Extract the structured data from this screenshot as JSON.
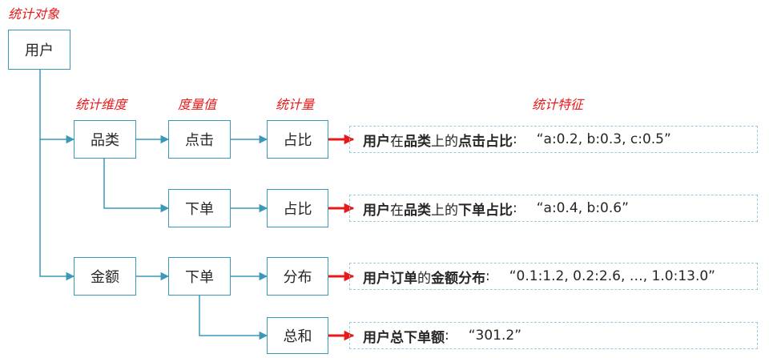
{
  "labels": {
    "object": "统计对象",
    "dimension": "统计维度",
    "measure": "度量值",
    "statistic": "统计量",
    "feature": "统计特征"
  },
  "nodes": {
    "user": "用户",
    "category": "品类",
    "amount": "金额",
    "click": "点击",
    "order_1": "下单",
    "order_2": "下单",
    "ratio_1": "占比",
    "ratio_2": "占比",
    "distribution": "分布",
    "sum": "总和"
  },
  "features": [
    {
      "parts": [
        {
          "text": "用户",
          "bold": true
        },
        {
          "text": "在",
          "bold": false
        },
        {
          "text": "品类",
          "bold": true
        },
        {
          "text": "上的",
          "bold": false
        },
        {
          "text": "点击占比",
          "bold": true
        },
        {
          "text": ":",
          "bold": false
        }
      ],
      "value": "“a:0.2, b:0.3, c:0.5”"
    },
    {
      "parts": [
        {
          "text": "用户",
          "bold": true
        },
        {
          "text": "在",
          "bold": false
        },
        {
          "text": "品类",
          "bold": true
        },
        {
          "text": "上的",
          "bold": false
        },
        {
          "text": "下单占比",
          "bold": true
        },
        {
          "text": ":",
          "bold": false
        }
      ],
      "value": "“a:0.4, b:0.6”"
    },
    {
      "parts": [
        {
          "text": "用户订单",
          "bold": true
        },
        {
          "text": "的",
          "bold": false
        },
        {
          "text": "金额分布",
          "bold": true
        },
        {
          "text": ":",
          "bold": false
        }
      ],
      "value": "“0.1:1.2, 0.2:2.6, …, 1.0:13.0”"
    },
    {
      "parts": [
        {
          "text": "用户总下单额",
          "bold": true
        },
        {
          "text": ":",
          "bold": false
        }
      ],
      "value": "“301.2”"
    }
  ],
  "colors": {
    "connector": "#3a98b8",
    "highlight_arrow": "#e8191a",
    "label": "#e8191a",
    "feature_border": "#9ccad8"
  }
}
